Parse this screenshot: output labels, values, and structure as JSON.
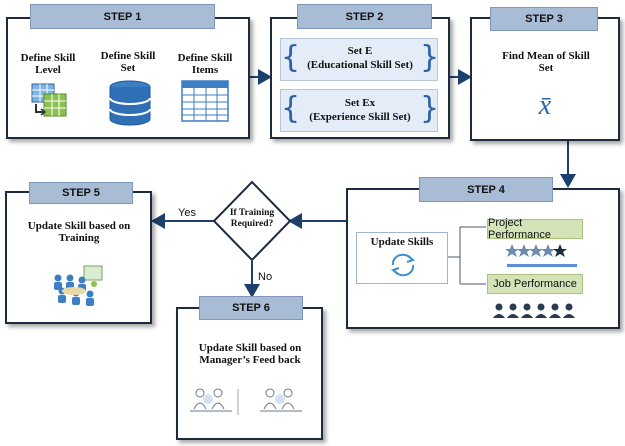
{
  "steps": {
    "step1": {
      "tab": "STEP 1",
      "items": [
        {
          "label": "Define Skill Level",
          "icon": "table-arrow-icon"
        },
        {
          "label": "Define Skill Set",
          "icon": "database-icon"
        },
        {
          "label": "Define Skill Items",
          "icon": "spreadsheet-icon"
        }
      ]
    },
    "step2": {
      "tab": "STEP 2",
      "set_e": {
        "title": "Set E",
        "subtitle": "(Educational Skill Set)"
      },
      "set_ex": {
        "title": "Set Ex",
        "subtitle": "(Experience Skill Set)"
      }
    },
    "step3": {
      "tab": "STEP 3",
      "label": "Find Mean of Skill Set",
      "symbol": "x̄"
    },
    "step4": {
      "tab": "STEP 4",
      "update_label": "Update Skills",
      "project_performance": "Project Performance",
      "job_performance": "Job Performance",
      "icons": [
        "refresh-icon",
        "star-rating-icon",
        "people-row-icon"
      ]
    },
    "step5": {
      "tab": "STEP 5",
      "label": "Update Skill based on Training",
      "icon": "training-meeting-icon"
    },
    "step6": {
      "tab": "STEP 6",
      "label": "Update Skill based on Manager’s Feed back",
      "icon": "feedback-sketch-icon"
    }
  },
  "decision": {
    "label": "If Training Required?",
    "yes": "Yes",
    "no": "No"
  },
  "colors": {
    "tab_fill": "#a9bcd6",
    "border": "#1c2b3d",
    "accent_blue": "#2e62a8",
    "green_label": "#d4e4b8"
  }
}
